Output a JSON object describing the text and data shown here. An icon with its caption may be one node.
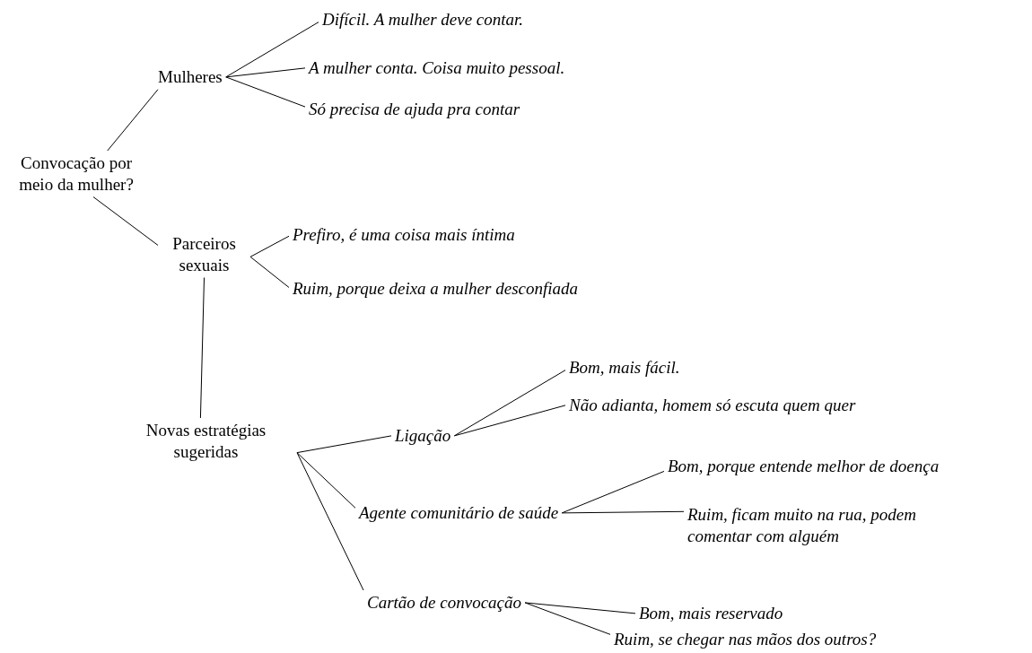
{
  "diagram": {
    "nodes": [
      {
        "text": [
          "Convocação por meio da mulher?"
        ]
      },
      {
        "text": [
          "Mulheres"
        ]
      },
      {
        "text": [
          "Difícil. A mulher deve contar."
        ]
      },
      {
        "text": [
          "A mulher conta. Coisa muito pessoal."
        ]
      },
      {
        "text": [
          "Só precisa de ajuda pra contar"
        ]
      },
      {
        "text": [
          "Parceiros sexuais"
        ]
      },
      {
        "text": [
          "Prefiro, é uma coisa mais íntima"
        ]
      },
      {
        "text": [
          "Ruim, porque deixa a mulher desconfiada"
        ]
      },
      {
        "text": [
          "Novas estratégias sugeridas"
        ]
      },
      {
        "text": [
          "Ligação"
        ]
      },
      {
        "text": [
          "Bom, mais fácil."
        ]
      },
      {
        "text": [
          "Não adianta, homem só escuta quem quer"
        ]
      },
      {
        "text": [
          "Agente comunitário de saúde"
        ]
      },
      {
        "text": [
          "Bom, porque entende melhor de doença"
        ]
      },
      {
        "text": [
          "Ruim, ficam muito na rua, podem comentar com alguém"
        ]
      },
      {
        "text": [
          "Cartão de convocação"
        ]
      },
      {
        "text": [
          "Bom, mais reservado"
        ]
      },
      {
        "text": [
          "Ruim, se chegar nas mãos dos outros?"
        ]
      }
    ],
    "edges": [
      {
        "from": 0,
        "to": 1,
        "arrow": "none"
      },
      {
        "from": 1,
        "to": 2,
        "arrow": "none"
      },
      {
        "from": 1,
        "to": 3,
        "arrow": "none"
      },
      {
        "from": 1,
        "to": 4,
        "arrow": "none"
      },
      {
        "from": 0,
        "to": 5,
        "arrow": "none"
      },
      {
        "from": 5,
        "to": 6,
        "arrow": "none"
      },
      {
        "from": 5,
        "to": 7,
        "arrow": "none"
      },
      {
        "from": 5,
        "to": 8,
        "arrow": "none"
      },
      {
        "from": 8,
        "to": 9,
        "arrow": "none"
      },
      {
        "from": 8,
        "to": 12,
        "arrow": "none"
      },
      {
        "from": 8,
        "to": 15,
        "arrow": "none"
      },
      {
        "from": 9,
        "to": 10,
        "arrow": "none"
      },
      {
        "from": 9,
        "to": 11,
        "arrow": "none"
      },
      {
        "from": 12,
        "to": 13,
        "arrow": "none"
      },
      {
        "from": 12,
        "to": 14,
        "arrow": "none"
      },
      {
        "from": 15,
        "to": 16,
        "arrow": "none"
      },
      {
        "from": 15,
        "to": 17,
        "arrow": "none"
      }
    ]
  }
}
